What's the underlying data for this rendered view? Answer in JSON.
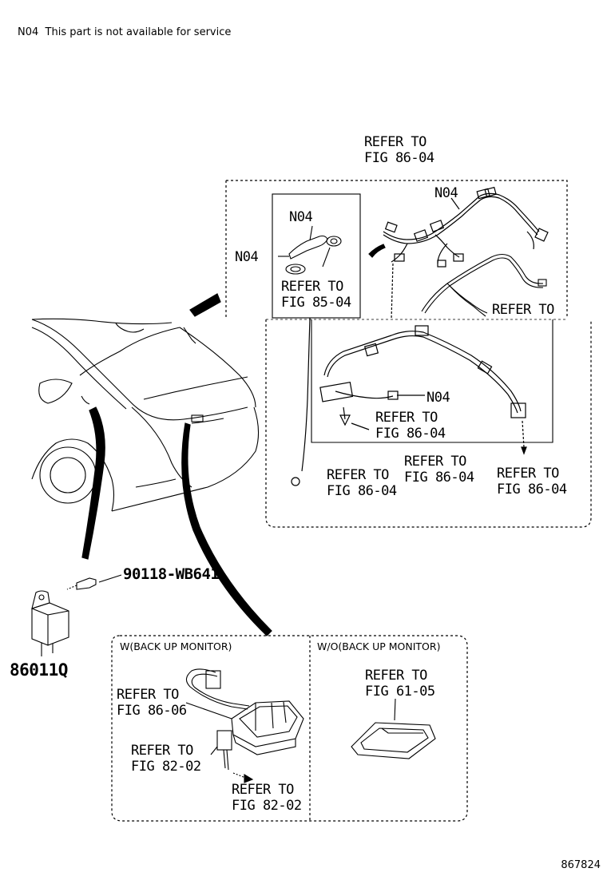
{
  "note": {
    "code": "N04",
    "text": "This part is not available for service"
  },
  "figure_number": "867824",
  "labels": {
    "top_refer_l1": "REFER TO",
    "top_refer_l2": "FIG 86-04",
    "n04_upper": "N04",
    "n04_inset_top": "N04",
    "n04_inset_left": "N04",
    "inset_refer_l1": "REFER TO",
    "inset_refer_l2": "FIG 85-04",
    "right_refer_l1": "REFER TO",
    "n04_lower": "N04",
    "mid_refer_l1": "REFER TO",
    "mid_refer_l2": "FIG 86-04",
    "low_refer_a_l1": "REFER TO",
    "low_refer_a_l2": "FIG 86-04",
    "low_refer_b_l1": "REFER TO",
    "low_refer_b_l2": "FIG 86-04",
    "low_refer_c_l1": "REFER TO",
    "low_refer_c_l2": "FIG 86-04",
    "bolt_part": "90118-WB641",
    "relay_part": "86011Q",
    "panel_w_title": "W(BACK UP MONITOR)",
    "panel_wo_title": "W/O(BACK UP MONITOR)",
    "w_refer1_l1": "REFER TO",
    "w_refer1_l2": "FIG 86-06",
    "w_refer2_l1": "REFER TO",
    "w_refer2_l2": "FIG 82-02",
    "w_refer3_l1": "REFER TO",
    "w_refer3_l2": "FIG 82-02",
    "wo_refer_l1": "REFER TO",
    "wo_refer_l2": "FIG 61-05"
  }
}
